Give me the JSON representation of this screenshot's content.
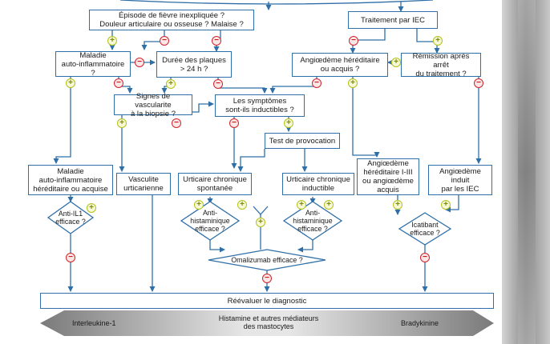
{
  "boxes": {
    "fever": [
      "Épisode de fièvre inexpliquée ?",
      "Douleur articulaire ou osseuse ? Malaise ?"
    ],
    "iec": [
      "Traitement par IEC"
    ],
    "auto_q": [
      "Maladie",
      "auto-inflammatoire ?"
    ],
    "duree": [
      "Durée des plaques",
      "> 24 h ?"
    ],
    "angio_q": [
      "Angiœdème héréditaire",
      "ou acquis ?"
    ],
    "remission": [
      "Rémission après arrêt",
      "du traitement ?"
    ],
    "vasc_signs": [
      "Signes de vascularite",
      "à la biopsie ?"
    ],
    "inductibles": [
      "Les symptômes",
      "sont-ils inductibles ?"
    ],
    "provocation": [
      "Test de provocation"
    ],
    "maladie_auto": [
      "Maladie",
      "auto-inflammatoire",
      "héréditaire ou acquise"
    ],
    "vasculite": [
      "Vasculite",
      "urticarienne"
    ],
    "urt_spont": [
      "Urticaire chronique",
      "spontanée"
    ],
    "urt_induct": [
      "Urticaire chronique",
      "inductible"
    ],
    "angio_her": [
      "Angiœdème",
      "héréditaire I-III",
      "ou angiœdème",
      "acquis"
    ],
    "angio_iec": [
      "Angiœdème induit",
      "par les IEC"
    ],
    "reevaluer": [
      "Réévaluer le diagnostic"
    ]
  },
  "decisions": {
    "anti_il1": [
      "Anti-IL1",
      "efficace ?"
    ],
    "antihist_1": [
      "Anti-",
      "histaminique",
      "efficace ?"
    ],
    "antihist_2": [
      "Anti-",
      "histaminique",
      "efficace ?"
    ],
    "icatibant": [
      "Icatibant",
      "efficace ?"
    ],
    "omalizumab": [
      "Omalizumab efficace ?"
    ]
  },
  "band": {
    "left": "Interleukine-1",
    "center": [
      "Histamine et autres médiateurs",
      "des mastocytes"
    ],
    "right": "Bradykinine"
  },
  "signs": {
    "plus": "+",
    "minus": "−"
  },
  "colors": {
    "line": "#2f6fa8",
    "plus": "#b3c21a",
    "minus": "#d0242c",
    "band": "#9a9a9a"
  }
}
